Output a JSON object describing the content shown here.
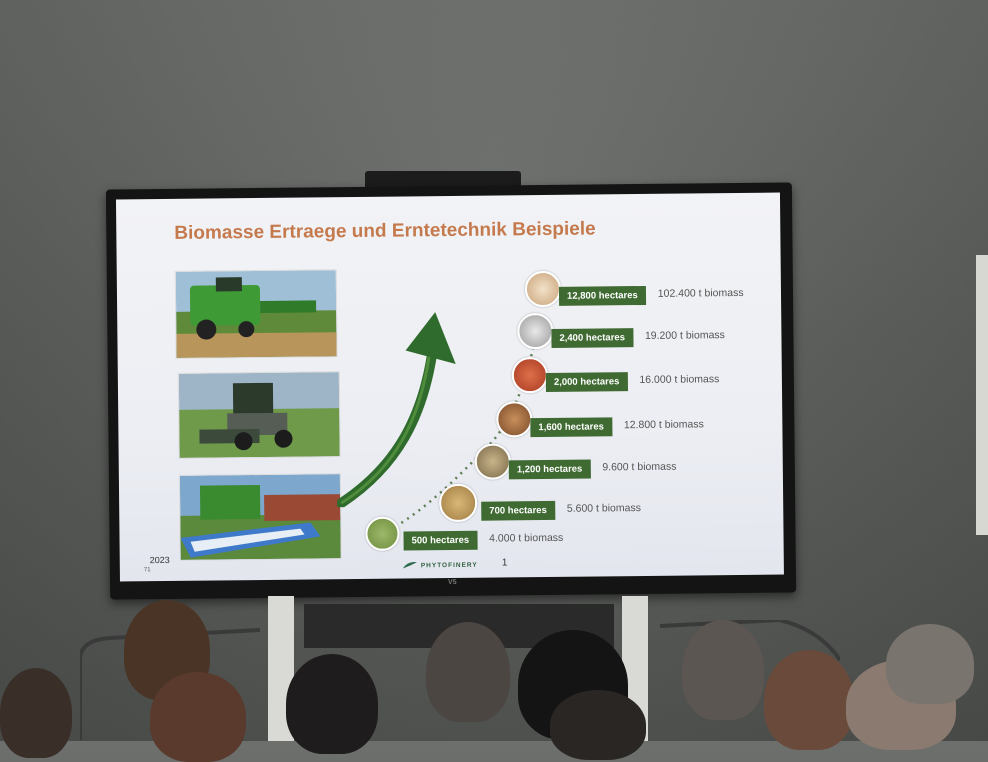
{
  "slide": {
    "title": "Biomasse Ertraege und Erntetechnik Beispiele",
    "year": "2023",
    "slide_small_number": "71",
    "page_number": "1",
    "logo_text": "PHYTOFINERY",
    "tv_brand": "V5"
  },
  "colors": {
    "title": "#c57a4e",
    "tag_green": "#3f6a32",
    "arrow_green": "#2f6b2c"
  },
  "stages": [
    {
      "hectares": "500 hectares",
      "biomass": "4.000 t biomass",
      "icon": "field-icon"
    },
    {
      "hectares": "700 hectares",
      "biomass": "5.600 t biomass",
      "icon": "hay-bale-icon"
    },
    {
      "hectares": "1,200 hectares",
      "biomass": "9.600 t biomass",
      "icon": "pellets-icon"
    },
    {
      "hectares": "1,600 hectares",
      "biomass": "12.800 t biomass",
      "icon": "house-icon"
    },
    {
      "hectares": "2,000 hectares",
      "biomass": "16.000 t biomass",
      "icon": "brick-icon"
    },
    {
      "hectares": "2,400 hectares",
      "biomass": "19.200 t biomass",
      "icon": "chemicals-icon"
    },
    {
      "hectares": "12,800 hectares",
      "biomass": "102.400 t biomass",
      "icon": "city-icon"
    }
  ]
}
